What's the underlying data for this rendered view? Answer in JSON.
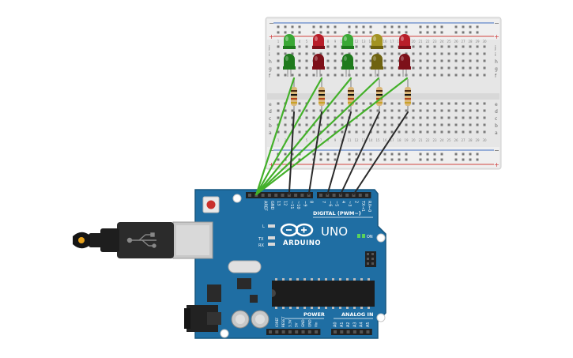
{
  "board": {
    "brand": "ARDUINO",
    "model": "UNO",
    "on_label": "ON",
    "digital_label": "DIGITAL (PWM~)",
    "power_label": "POWER",
    "analog_label": "ANALOG IN",
    "l_label": "L",
    "tx_label": "TX",
    "rx_label": "RX",
    "top_header_pins": [
      "AREF",
      "GND",
      "13",
      "12",
      "~11",
      "~10",
      "~9",
      "8",
      "7",
      "~6",
      "~5",
      "4",
      "~3",
      "2",
      "TX→1",
      "RX←0"
    ],
    "power_pins": [
      "IOREF",
      "RESET",
      "3.3V",
      "5V",
      "GND",
      "GND",
      "Vin"
    ],
    "analog_pins": [
      "A0",
      "A1",
      "A2",
      "A3",
      "A4",
      "A5"
    ]
  },
  "breadboard": {
    "row_letters_top": [
      "j",
      "i",
      "h",
      "g",
      "f"
    ],
    "row_letters_bottom": [
      "e",
      "d",
      "c",
      "b",
      "a"
    ],
    "rail_plus": "+",
    "rail_minus": "−",
    "column_count": 30
  },
  "leds": [
    {
      "color": "#3aa835",
      "dark": "#1e7a1c"
    },
    {
      "color": "#b81e2a",
      "dark": "#7d1019"
    },
    {
      "color": "#3aa835",
      "dark": "#1e7a1c"
    },
    {
      "color": "#a39322",
      "dark": "#6f6310"
    },
    {
      "color": "#b81e2a",
      "dark": "#7d1019"
    }
  ],
  "colors": {
    "board": "#1f6ea3",
    "board_edge": "#17567f",
    "wire_green": "#43b02a",
    "wire_black": "#2a2a2a",
    "breadboard": "#e8e8e8",
    "rail_red": "#d0453f",
    "rail_blue": "#3c6cc0"
  }
}
